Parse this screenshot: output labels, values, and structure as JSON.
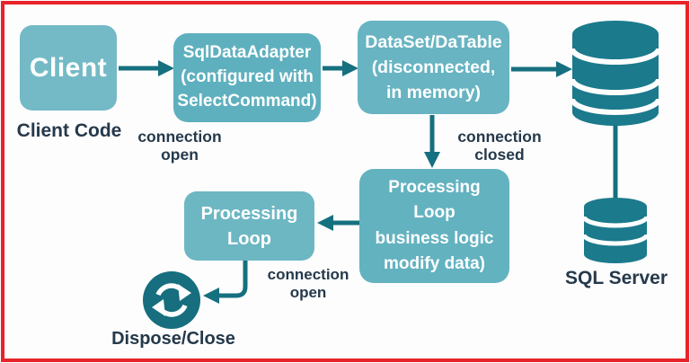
{
  "frame": {
    "border_color": "#e8232a",
    "background": "#fdfdfd"
  },
  "nodes": {
    "client": {
      "label": "Client"
    },
    "adapter": {
      "label": "SqlDataAdapter\n(configured with\nSelectCommand)"
    },
    "dataset": {
      "label": "DataSet/DaTable\n(disconnected,\nin memory)"
    },
    "processing_main": {
      "label": "Processing\nLoop\nbusiness logic\nmodify data)"
    },
    "processing_small": {
      "label": "Processing\nLoop"
    }
  },
  "captions": {
    "client_code": "Client Code",
    "connection_open_top": "connection\nopen",
    "connection_closed": "connection\nclosed",
    "connection_open_bottom": "connection\nopen",
    "sql_server": "SQL Server",
    "dispose_close": "Dispose/Close"
  },
  "icons": {
    "database_large": "database-icon",
    "database_small": "database-icon",
    "sync": "sync-icon"
  },
  "colors": {
    "node_fill": "#66b3c1",
    "node_fill_light": "#74bac6",
    "arrow": "#15707f",
    "icon_fill": "#1b7a8c",
    "sync_fill": "#166e7e",
    "text_dark": "#25394b",
    "node_text": "#ffffff"
  }
}
